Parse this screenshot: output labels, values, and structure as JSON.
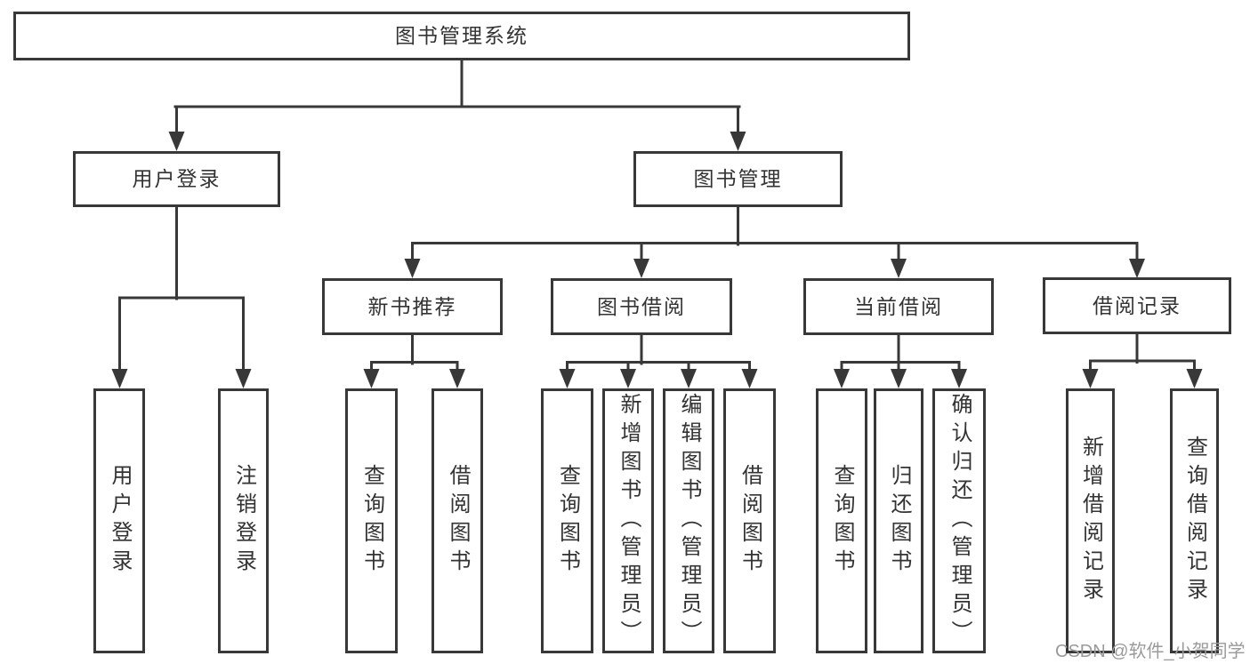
{
  "tree": {
    "label": "图书管理系统",
    "children": [
      {
        "label": "用户登录",
        "children": [
          {
            "label": "用户登录"
          },
          {
            "label": "注销登录"
          }
        ]
      },
      {
        "label": "图书管理",
        "children": [
          {
            "label": "新书推荐",
            "children": [
              {
                "label": "查询图书"
              },
              {
                "label": "借阅图书"
              }
            ]
          },
          {
            "label": "图书借阅",
            "children": [
              {
                "label": "查询图书"
              },
              {
                "label": "新增图书（管理员）"
              },
              {
                "label": "编辑图书（管理员）"
              },
              {
                "label": "借阅图书"
              }
            ]
          },
          {
            "label": "当前借阅",
            "children": [
              {
                "label": "查询图书"
              },
              {
                "label": "归还图书"
              },
              {
                "label": "确认归还（管理员）"
              }
            ]
          },
          {
            "label": "借阅记录",
            "children": [
              {
                "label": "新增借阅记录"
              },
              {
                "label": "查询借阅记录"
              }
            ]
          }
        ]
      }
    ]
  },
  "watermark": {
    "text": "CSDN @软件_小贺同学"
  },
  "colors": {
    "line": "#383838",
    "text": "#333333",
    "box_bg": "#ffffff",
    "watermark": "#9a9a9a",
    "bg": "#ffffff"
  }
}
